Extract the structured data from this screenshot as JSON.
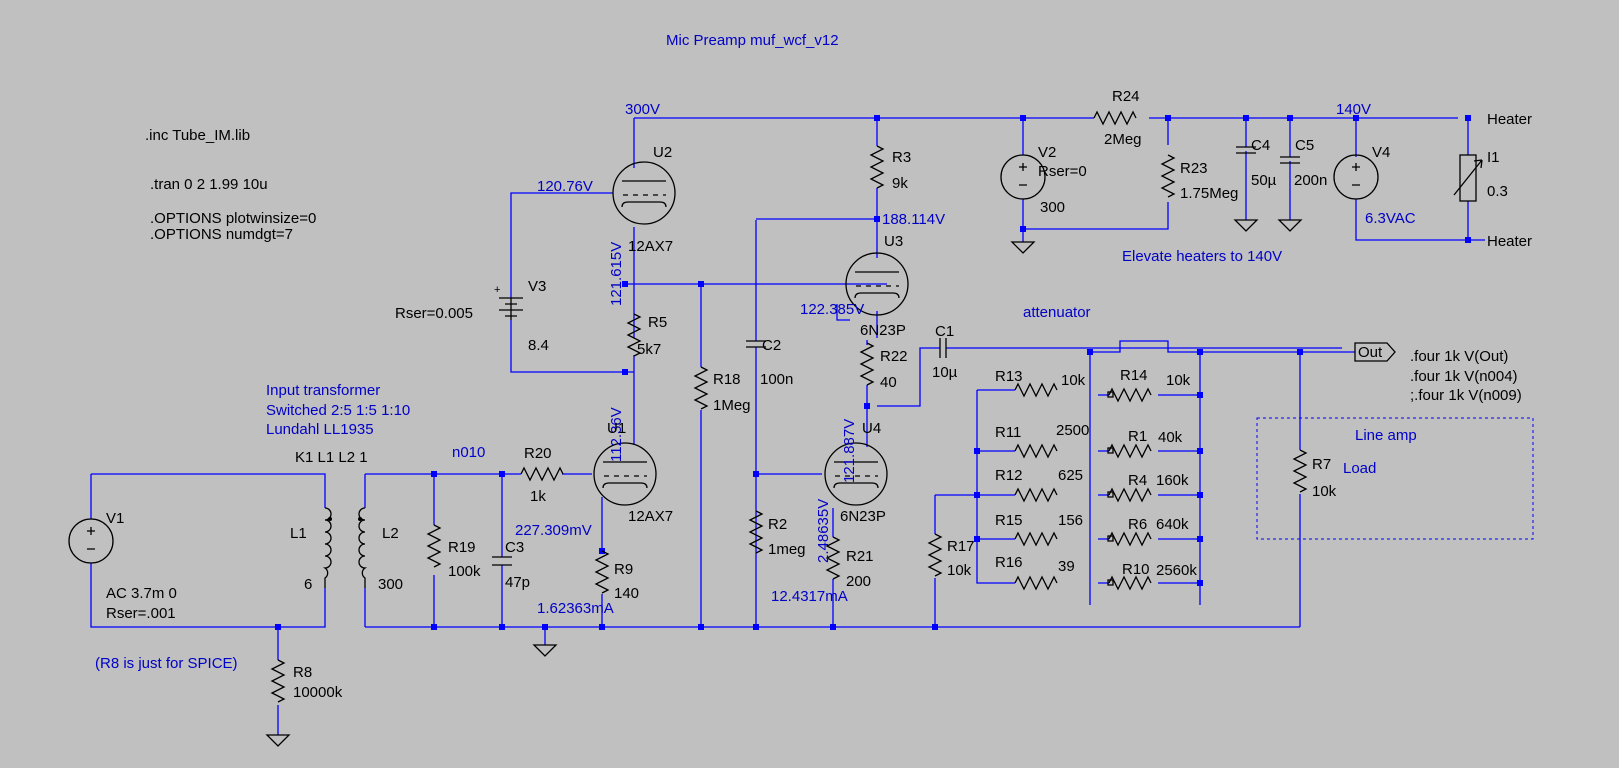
{
  "title": "Mic Preamp muf_wcf_v12",
  "directives": [
    ".inc Tube_IM.lib",
    ".tran 0 2 1.99 10u",
    ".OPTIONS plotwinsize=0",
    ".OPTIONS numdgt=7",
    ".four 1k V(Out)",
    ".four 1k V(n004)",
    ";.four 1k V(n009)"
  ],
  "notes": {
    "input_transformer": [
      "Input transformer",
      "Switched 2:5 1:5 1:10",
      "Lundahl LL1935"
    ],
    "coupling": "K1 L1 L2 1",
    "spice_note": "(R8 is just for SPICE)",
    "heaters_note": "Elevate heaters to 140V",
    "attenuator": "attenuator",
    "line_amp": "Line amp",
    "load": "Load"
  },
  "net_labels": {
    "n010": "n010",
    "out": "Out",
    "heater_top": "Heater",
    "heater_bottom": "Heater"
  },
  "voltages": {
    "v300": "300V",
    "v140": "140V",
    "u2_grid": "120.76V",
    "u2_cathode": "121.615V",
    "u1_plate": "112.36V",
    "u1_cathode": "227.309mV",
    "u1_current": "1.62363mA",
    "u3_plate": "188.114V",
    "u3_cathode": "122.385V",
    "u4_plate": "121.887V",
    "u4_cathode": "2.48635V",
    "u4_current": "12.4317mA"
  },
  "components": {
    "U1": {
      "name": "U1",
      "value": "12AX7"
    },
    "U2": {
      "name": "U2",
      "value": "12AX7"
    },
    "U3": {
      "name": "U3",
      "value": "6N23P"
    },
    "U4": {
      "name": "U4",
      "value": "6N23P"
    },
    "V1": {
      "name": "V1",
      "value": "AC 3.7m 0",
      "extra": "Rser=.001"
    },
    "V2": {
      "name": "V2",
      "value": "300",
      "extra": "Rser=0"
    },
    "V3": {
      "name": "V3",
      "value": "8.4",
      "extra": "Rser=0.005"
    },
    "V4": {
      "name": "V4",
      "value": "6.3VAC"
    },
    "I1": {
      "name": "I1",
      "value": "0.3"
    },
    "L1": {
      "name": "L1",
      "value": "6"
    },
    "L2": {
      "name": "L2",
      "value": "300"
    },
    "R1": {
      "name": "R1",
      "value": "40k"
    },
    "R2": {
      "name": "R2",
      "value": "1meg"
    },
    "R3": {
      "name": "R3",
      "value": "9k"
    },
    "R4": {
      "name": "R4",
      "value": "160k"
    },
    "R5": {
      "name": "R5",
      "value": "5k7"
    },
    "R6": {
      "name": "R6",
      "value": "640k"
    },
    "R7": {
      "name": "R7",
      "value": "10k"
    },
    "R8": {
      "name": "R8",
      "value": "10000k"
    },
    "R9": {
      "name": "R9",
      "value": "140"
    },
    "R10": {
      "name": "R10",
      "value": "2560k"
    },
    "R11": {
      "name": "R11",
      "value": "2500"
    },
    "R12": {
      "name": "R12",
      "value": "625"
    },
    "R13": {
      "name": "R13",
      "value": "10k"
    },
    "R14": {
      "name": "R14",
      "value": "10k"
    },
    "R15": {
      "name": "R15",
      "value": "156"
    },
    "R16": {
      "name": "R16",
      "value": "39"
    },
    "R17": {
      "name": "R17",
      "value": "10k"
    },
    "R18": {
      "name": "R18",
      "value": "1Meg"
    },
    "R19": {
      "name": "R19",
      "value": "100k"
    },
    "R20": {
      "name": "R20",
      "value": "1k"
    },
    "R21": {
      "name": "R21",
      "value": "200"
    },
    "R22": {
      "name": "R22",
      "value": "40"
    },
    "R23": {
      "name": "R23",
      "value": "1.75Meg"
    },
    "R24": {
      "name": "R24",
      "value": "2Meg"
    },
    "C1": {
      "name": "C1",
      "value": "10µ"
    },
    "C2": {
      "name": "C2",
      "value": "100n"
    },
    "C3": {
      "name": "C3",
      "value": "47p"
    },
    "C4": {
      "name": "C4",
      "value": "50µ"
    },
    "C5": {
      "name": "C5",
      "value": "200n"
    }
  }
}
